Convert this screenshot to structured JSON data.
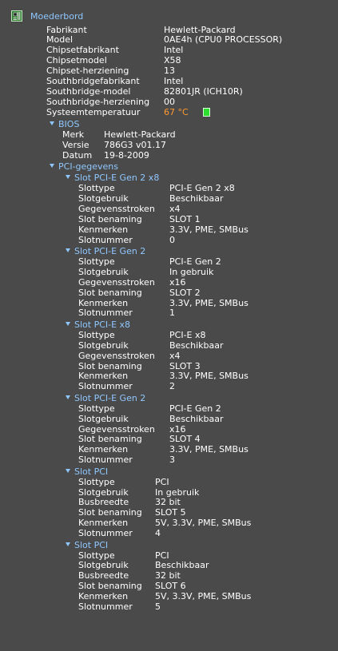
{
  "root": {
    "title": "Moederbord",
    "props": [
      {
        "k": "Fabrikant",
        "v": "Hewlett-Packard"
      },
      {
        "k": "Model",
        "v": "0AE4h (CPU0 PROCESSOR)"
      },
      {
        "k": "Chipsetfabrikant",
        "v": "Intel"
      },
      {
        "k": "Chipsetmodel",
        "v": "X58"
      },
      {
        "k": "Chipset-herziening",
        "v": "13"
      },
      {
        "k": "Southbridgefabrikant",
        "v": "Intel"
      },
      {
        "k": "Southbridge-model",
        "v": "82801JR (ICH10R)"
      },
      {
        "k": "Southbridge-herziening",
        "v": "00"
      }
    ],
    "temperature": {
      "k": "Systeemtemperatuur",
      "v": "67 °C",
      "color": "#ff9a2e"
    }
  },
  "bios": {
    "title": "BIOS",
    "props": [
      {
        "k": "Merk",
        "v": "Hewlett-Packard"
      },
      {
        "k": "Versie",
        "v": "786G3 v01.17"
      },
      {
        "k": "Datum",
        "v": "19-8-2009"
      }
    ]
  },
  "pci": {
    "title": "PCI-gegevens",
    "slots": [
      {
        "title": "Slot PCI-E Gen 2 x8",
        "props": [
          {
            "k": "Slottype",
            "v": "PCI-E Gen 2 x8"
          },
          {
            "k": "Slotgebruik",
            "v": "Beschikbaar"
          },
          {
            "k": "Gegevensstroken",
            "v": "x4"
          },
          {
            "k": "Slot benaming",
            "v": "SLOT 1"
          },
          {
            "k": "Kenmerken",
            "v": "3.3V, PME, SMBus"
          },
          {
            "k": "Slotnummer",
            "v": "0"
          }
        ]
      },
      {
        "title": "Slot PCI-E Gen 2",
        "props": [
          {
            "k": "Slottype",
            "v": "PCI-E Gen 2"
          },
          {
            "k": "Slotgebruik",
            "v": "In gebruik"
          },
          {
            "k": "Gegevensstroken",
            "v": "x16"
          },
          {
            "k": "Slot benaming",
            "v": "SLOT 2"
          },
          {
            "k": "Kenmerken",
            "v": "3.3V, PME, SMBus"
          },
          {
            "k": "Slotnummer",
            "v": "1"
          }
        ]
      },
      {
        "title": "Slot PCI-E x8",
        "props": [
          {
            "k": "Slottype",
            "v": "PCI-E x8"
          },
          {
            "k": "Slotgebruik",
            "v": "Beschikbaar"
          },
          {
            "k": "Gegevensstroken",
            "v": "x4"
          },
          {
            "k": "Slot benaming",
            "v": "SLOT 3"
          },
          {
            "k": "Kenmerken",
            "v": "3.3V, PME, SMBus"
          },
          {
            "k": "Slotnummer",
            "v": "2"
          }
        ]
      },
      {
        "title": "Slot PCI-E Gen 2",
        "props": [
          {
            "k": "Slottype",
            "v": "PCI-E Gen 2"
          },
          {
            "k": "Slotgebruik",
            "v": "Beschikbaar"
          },
          {
            "k": "Gegevensstroken",
            "v": "x16"
          },
          {
            "k": "Slot benaming",
            "v": "SLOT 4"
          },
          {
            "k": "Kenmerken",
            "v": "3.3V, PME, SMBus"
          },
          {
            "k": "Slotnummer",
            "v": "3"
          }
        ]
      },
      {
        "title": "Slot PCI",
        "props": [
          {
            "k": "Slottype",
            "v": "PCI"
          },
          {
            "k": "Slotgebruik",
            "v": "In gebruik"
          },
          {
            "k": "Busbreedte",
            "v": "32 bit"
          },
          {
            "k": "Slot benaming",
            "v": "SLOT 5"
          },
          {
            "k": "Kenmerken",
            "v": "5V, 3.3V, PME, SMBus"
          },
          {
            "k": "Slotnummer",
            "v": "4"
          }
        ]
      },
      {
        "title": "Slot PCI",
        "props": [
          {
            "k": "Slottype",
            "v": "PCI"
          },
          {
            "k": "Slotgebruik",
            "v": "Beschikbaar"
          },
          {
            "k": "Busbreedte",
            "v": "32 bit"
          },
          {
            "k": "Slot benaming",
            "v": "SLOT 6"
          },
          {
            "k": "Kenmerken",
            "v": "5V, 3.3V, PME, SMBus"
          },
          {
            "k": "Slotnummer",
            "v": "5"
          }
        ]
      }
    ]
  },
  "colors": {
    "background": "#4a4a4a",
    "section_heading": "#8fc7ff",
    "text": "#ffffff",
    "temperature_ok_indicator": "#2ee02e"
  },
  "icons": {
    "root": "motherboard-icon",
    "section_toggle": "caret-down-icon",
    "temperature_status": "temperature-status-indicator"
  }
}
